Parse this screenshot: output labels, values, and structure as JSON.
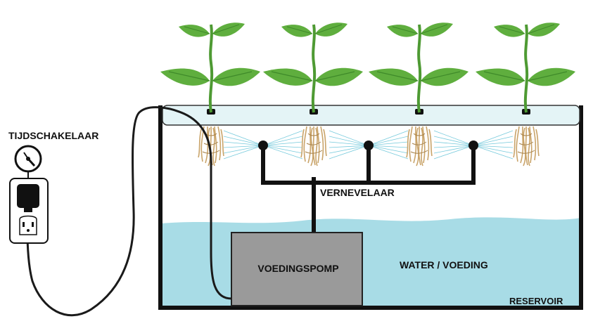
{
  "labels": {
    "timer": "TIJDSCHAKELAAR",
    "mister": "VERNEVELAAR",
    "pump": "VOEDINGSPOMP",
    "water": "WATER / VOEDING",
    "reservoir": "RESERVOIR"
  },
  "plants": {
    "count": 4
  },
  "icons": {
    "timer": "timer-gauge-icon",
    "plug": "power-plug-icon",
    "outlet": "wall-outlet-icon",
    "plant": "seedling-icon",
    "nozzle": "mist-nozzle-icon"
  },
  "colors": {
    "water": "#a8dce6",
    "leaf": "#5fae3e",
    "leaf_dark": "#3f8a2a",
    "stem": "#4e9a33",
    "pump": "#9a9a9a",
    "tank": "#111111",
    "tray": "#e4f4f6",
    "mist": "#66c4d8",
    "roots": "#c9a46a"
  }
}
